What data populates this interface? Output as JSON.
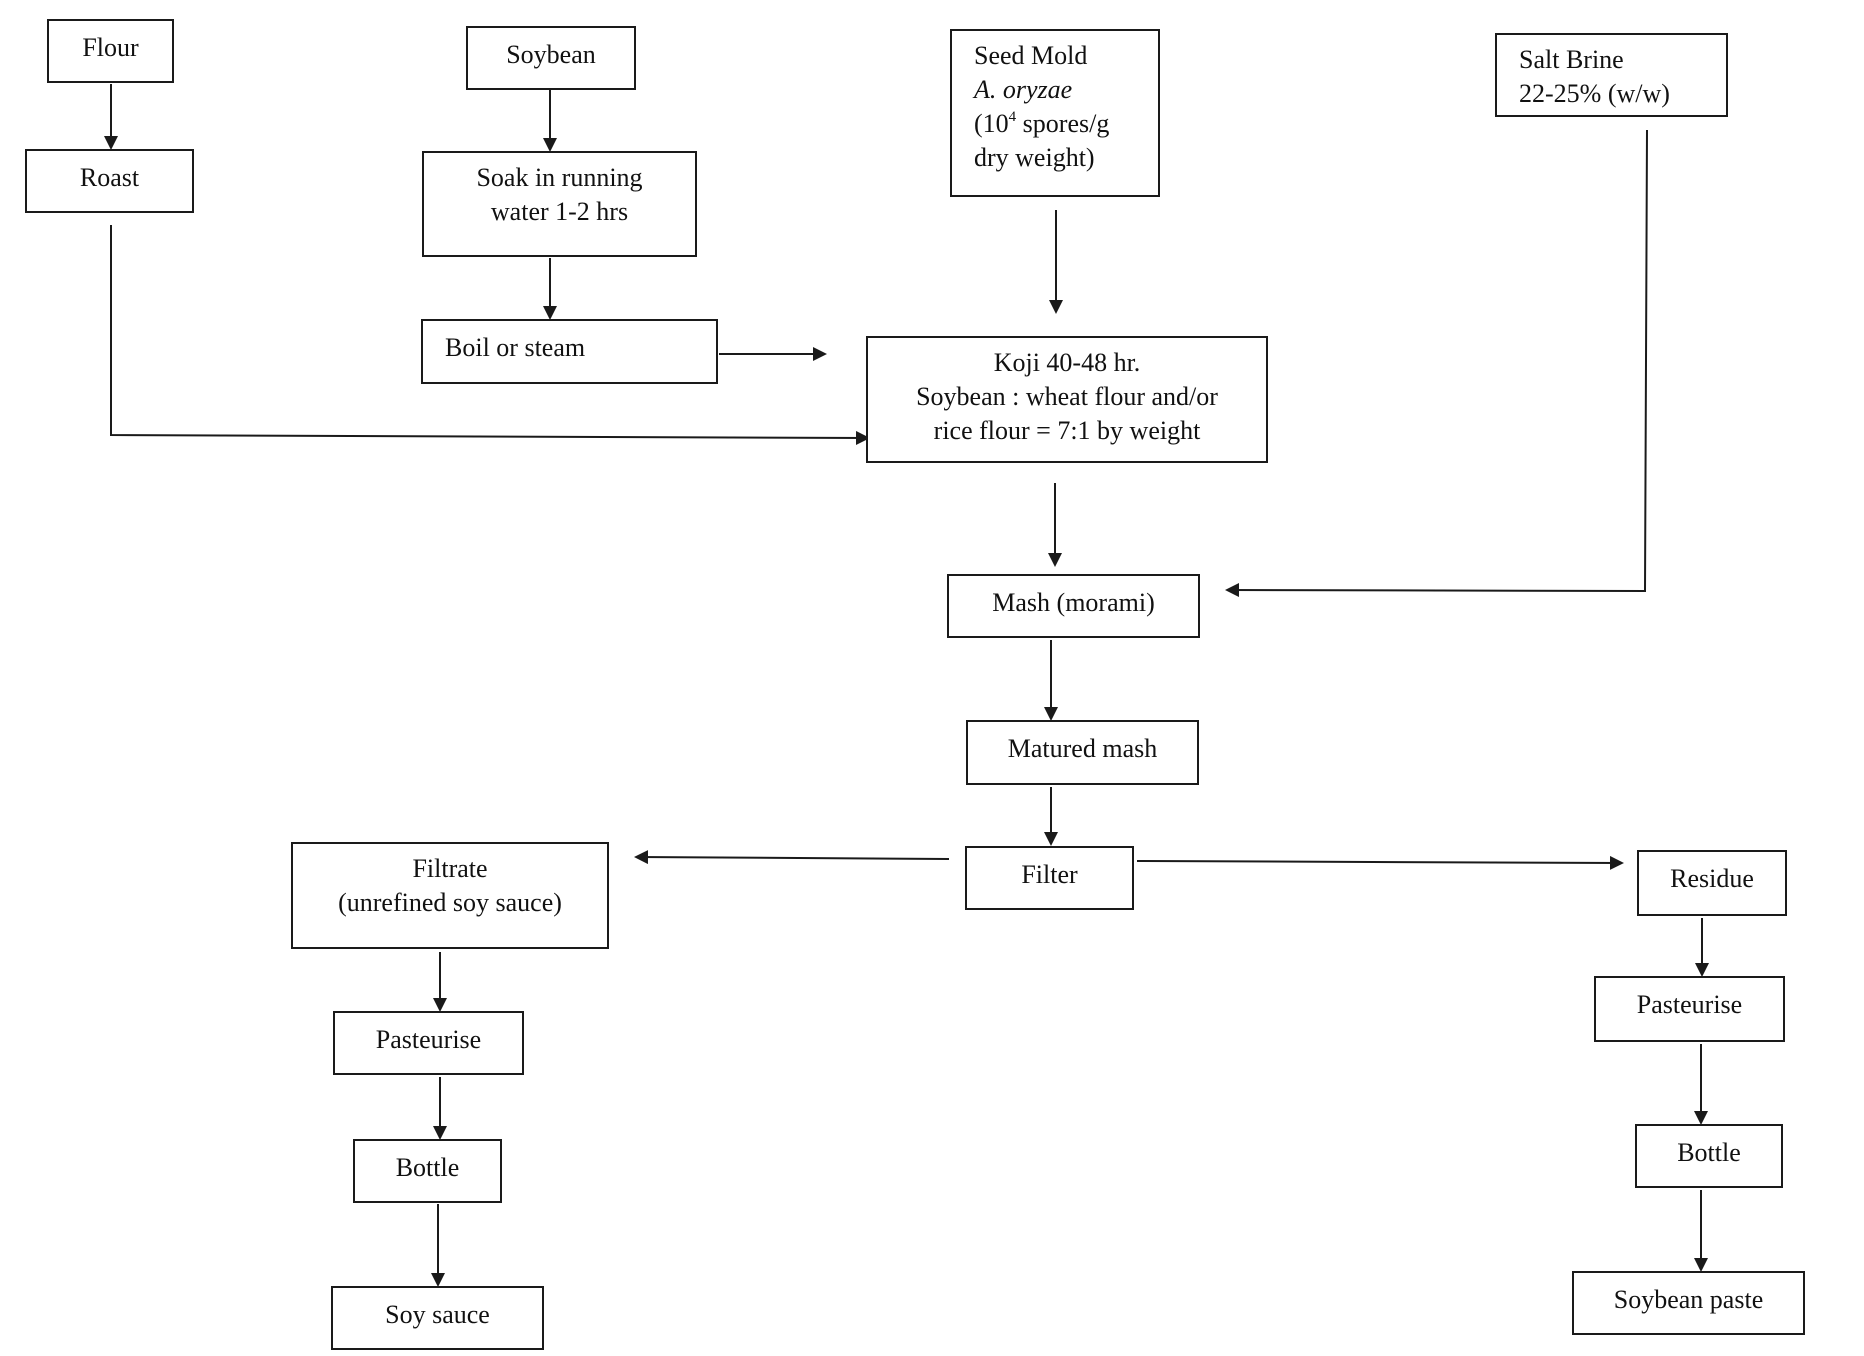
{
  "nodes": {
    "flour": {
      "label": "Flour"
    },
    "roast": {
      "label": "Roast"
    },
    "soybean": {
      "label": "Soybean"
    },
    "soak": {
      "line1": "Soak in running",
      "line2": "water 1-2 hrs"
    },
    "boil": {
      "label": "Boil or steam"
    },
    "seed_mold": {
      "line1": "Seed Mold",
      "line2": "A. oryzae",
      "line3_prefix": "(10",
      "line3_sup": "4",
      "line3_suffix": " spores/g",
      "line4": "dry weight)"
    },
    "salt_brine": {
      "line1": "Salt Brine",
      "line2": "22-25% (w/w)"
    },
    "koji": {
      "line1": "Koji 40-48 hr.",
      "line2": "Soybean : wheat flour and/or",
      "line3": "rice flour = 7:1 by weight"
    },
    "mash": {
      "label": "Mash (morami)"
    },
    "matured_mash": {
      "label": "Matured mash"
    },
    "filter": {
      "label": "Filter"
    },
    "filtrate": {
      "line1": "Filtrate",
      "line2": "(unrefined soy sauce)"
    },
    "pasteurise_left": {
      "label": "Pasteurise"
    },
    "bottle_left": {
      "label": "Bottle"
    },
    "soy_sauce": {
      "label": "Soy sauce"
    },
    "residue": {
      "label": "Residue"
    },
    "pasteurise_right": {
      "label": "Pasteurise"
    },
    "bottle_right": {
      "label": "Bottle"
    },
    "soybean_paste": {
      "label": "Soybean paste"
    }
  },
  "edges": [
    {
      "from": "flour",
      "to": "roast"
    },
    {
      "from": "roast",
      "to": "koji"
    },
    {
      "from": "soybean",
      "to": "soak"
    },
    {
      "from": "soak",
      "to": "boil"
    },
    {
      "from": "boil",
      "to": "koji"
    },
    {
      "from": "seed_mold",
      "to": "koji"
    },
    {
      "from": "koji",
      "to": "mash"
    },
    {
      "from": "salt_brine",
      "to": "mash"
    },
    {
      "from": "mash",
      "to": "matured_mash"
    },
    {
      "from": "matured_mash",
      "to": "filter"
    },
    {
      "from": "filter",
      "to": "filtrate"
    },
    {
      "from": "filter",
      "to": "residue"
    },
    {
      "from": "filtrate",
      "to": "pasteurise_left"
    },
    {
      "from": "pasteurise_left",
      "to": "bottle_left"
    },
    {
      "from": "bottle_left",
      "to": "soy_sauce"
    },
    {
      "from": "residue",
      "to": "pasteurise_right"
    },
    {
      "from": "pasteurise_right",
      "to": "bottle_right"
    },
    {
      "from": "bottle_right",
      "to": "soybean_paste"
    }
  ],
  "colors": {
    "stroke": "#1a1a1a",
    "background": "#ffffff"
  }
}
